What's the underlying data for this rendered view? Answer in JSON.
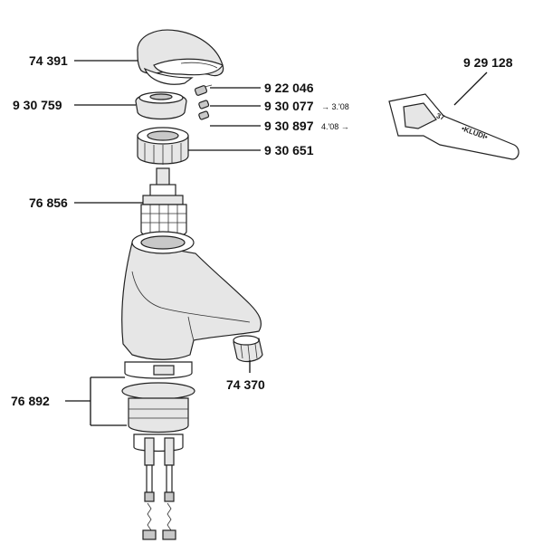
{
  "parts": {
    "handle": {
      "number": "74 391"
    },
    "cover_cap": {
      "number": "9 30 759"
    },
    "screw_a": {
      "number": "9 22 046"
    },
    "screw_b": {
      "number": "9 30 077",
      "note": "→ 3.'08"
    },
    "screw_c": {
      "number": "9 30 897",
      "note": "4.'08 →"
    },
    "nut": {
      "number": "9 30 651"
    },
    "cartridge": {
      "number": "76 856"
    },
    "aerator": {
      "number": "74 370"
    },
    "mounting_set": {
      "number": "76 892"
    },
    "wrench": {
      "number": "9 29 128",
      "stamp": "•KLUDI•",
      "size_mark": "37"
    }
  }
}
